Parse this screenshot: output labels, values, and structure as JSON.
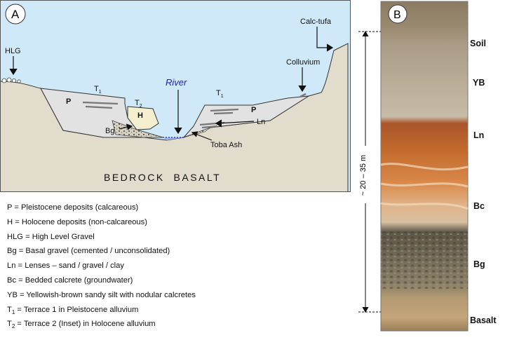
{
  "panel_a": {
    "badge": "A",
    "bedrock": "BEDROCK  BASALT",
    "labels": {
      "hlg": "HLG",
      "calc_tufa": "Calc-tufa",
      "colluvium": "Colluvium",
      "river": "River",
      "t1_left": "T",
      "t1_left_sub": "1",
      "t2": "T",
      "t2_sub": "2",
      "t1_right": "T",
      "t1_right_sub": "1",
      "p_left": "P",
      "p_right": "P",
      "h": "H",
      "ln": "Ln",
      "bg": "Bg",
      "toba_ash": "Toba Ash"
    },
    "colors": {
      "sky": "#cfe9f8",
      "bedrock": "#e2dccd",
      "pleistocene": "#e2e2e2",
      "holocene": "#f3efcf",
      "river": "#2222bb"
    }
  },
  "legend": [
    {
      "text": "P = Pleistocene deposits (calcareous)"
    },
    {
      "text": "H = Holocene deposits (non-calcareous)"
    },
    {
      "text": "HLG = High Level Gravel"
    },
    {
      "text": "Bg = Basal gravel (cemented / unconsolidated)"
    },
    {
      "text": "Ln = Lenses – sand / gravel / clay"
    },
    {
      "text": "Bc = Bedded calcrete (groundwater)"
    },
    {
      "text": "YB = Yellowish-brown sandy silt with nodular calcretes"
    },
    {
      "pre": "T",
      "sub": "1",
      "text": " = Terrace 1 in Pleistocene alluvium"
    },
    {
      "pre": "T",
      "sub": "2",
      "text": " = Terrace 2 (Inset) in Holocene alluvium"
    }
  ],
  "panel_b": {
    "badge": "B",
    "thickness": "~ 20 – 35 m",
    "layers": [
      {
        "label": "Soil"
      },
      {
        "label": "YB"
      },
      {
        "label": "Ln"
      },
      {
        "label": "Bc"
      },
      {
        "label": "Bg"
      },
      {
        "label": "Basalt"
      }
    ]
  }
}
